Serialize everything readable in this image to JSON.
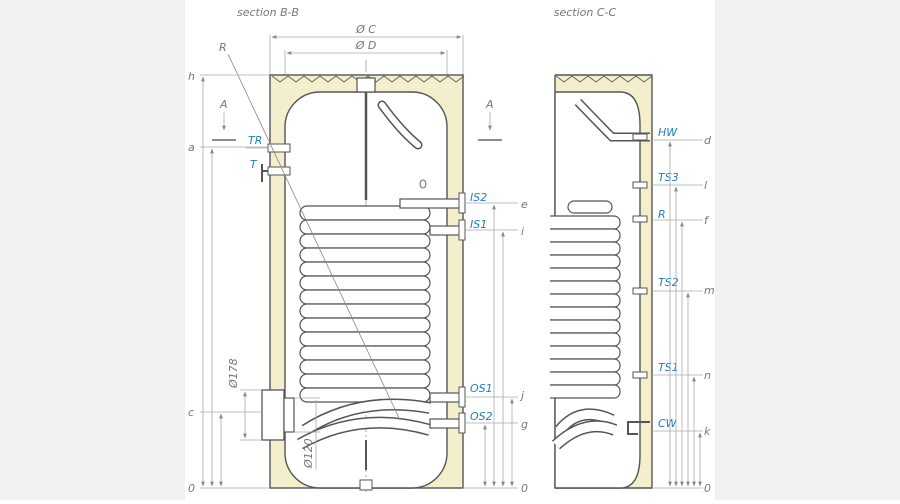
{
  "diagram": {
    "sections": {
      "left": "section B-B",
      "right": "section C-C"
    },
    "diameters": {
      "outer": "Ø C",
      "inner": "Ø D"
    },
    "radius": "R",
    "section_markers": [
      "A",
      "A"
    ],
    "left_dims": [
      "h",
      "a",
      "c",
      "0"
    ],
    "left_ports": [
      "TR",
      "T"
    ],
    "flange_dims": [
      "Ø178",
      "Ø120"
    ],
    "middle_ports": [
      "IS2",
      "IS1",
      "OS1",
      "OS2"
    ],
    "middle_dims": [
      "e",
      "i",
      "j",
      "g",
      "0"
    ],
    "right_ports": [
      "HW",
      "TS3",
      "R",
      "TS2",
      "TS1",
      "CW"
    ],
    "right_dims": [
      "d",
      "l",
      "f",
      "m",
      "n",
      "k",
      "0"
    ],
    "colors": {
      "insulation": "#f3efcd",
      "tank": "#ffffff",
      "page_band": "#f2f2f2",
      "label_blue": "#1f7fb8",
      "outline": "#555555"
    }
  }
}
